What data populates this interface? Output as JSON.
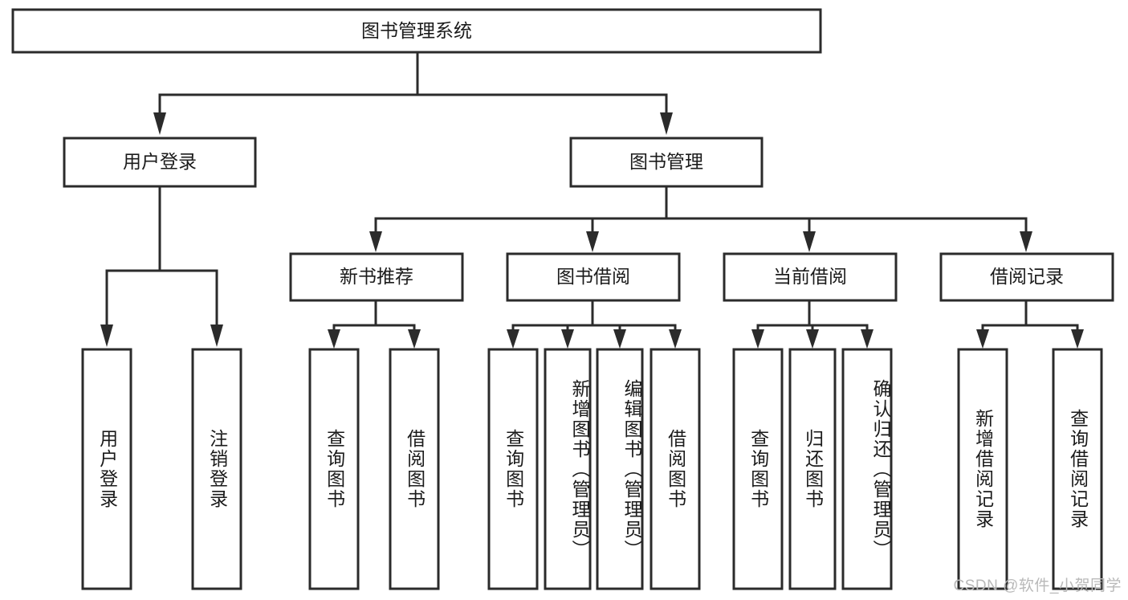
{
  "diagram": {
    "title": "图书管理系统",
    "type": "tree-hierarchy",
    "orientation": "top-down",
    "colors": {
      "box_stroke": "#2b2b2b",
      "box_fill": "#ffffff",
      "connector": "#2b2b2b",
      "text": "#1b1b1b",
      "watermark": "#b9b9b9",
      "background": "#ffffff"
    }
  },
  "watermark": {
    "text": "CSDN @软件_小贺同学"
  },
  "nodes": {
    "root": {
      "label": "图书管理系统"
    },
    "level1": [
      {
        "id": "user-login",
        "label": "用户登录"
      },
      {
        "id": "book-management",
        "label": "图书管理"
      }
    ],
    "level2": [
      {
        "id": "new-book-recommend",
        "label": "新书推荐",
        "parent": "book-management"
      },
      {
        "id": "book-borrow",
        "label": "图书借阅",
        "parent": "book-management"
      },
      {
        "id": "current-borrow",
        "label": "当前借阅",
        "parent": "book-management"
      },
      {
        "id": "borrow-record",
        "label": "借阅记录",
        "parent": "book-management"
      }
    ],
    "leaves": [
      {
        "id": "leaf-user-login",
        "label": "用户登录",
        "parent": "user-login"
      },
      {
        "id": "leaf-logout-login",
        "label": "注销登录",
        "parent": "user-login"
      },
      {
        "id": "leaf-query-book-1",
        "label": "查询图书",
        "parent": "new-book-recommend"
      },
      {
        "id": "leaf-borrow-book-1",
        "label": "借阅图书",
        "parent": "new-book-recommend"
      },
      {
        "id": "leaf-query-book-2",
        "label": "查询图书",
        "parent": "book-borrow"
      },
      {
        "id": "leaf-add-book",
        "label": "新增图书（管理员）",
        "parent": "book-borrow"
      },
      {
        "id": "leaf-edit-book",
        "label": "编辑图书（管理员）",
        "parent": "book-borrow"
      },
      {
        "id": "leaf-borrow-book-2",
        "label": "借阅图书",
        "parent": "book-borrow"
      },
      {
        "id": "leaf-query-book-3",
        "label": "查询图书",
        "parent": "current-borrow"
      },
      {
        "id": "leaf-return-book",
        "label": "归还图书",
        "parent": "current-borrow"
      },
      {
        "id": "leaf-confirm-return",
        "label": "确认归还（管理员）",
        "parent": "current-borrow"
      },
      {
        "id": "leaf-add-record",
        "label": "新增借阅记录",
        "parent": "borrow-record"
      },
      {
        "id": "leaf-query-record",
        "label": "查询借阅记录",
        "parent": "borrow-record"
      }
    ]
  }
}
